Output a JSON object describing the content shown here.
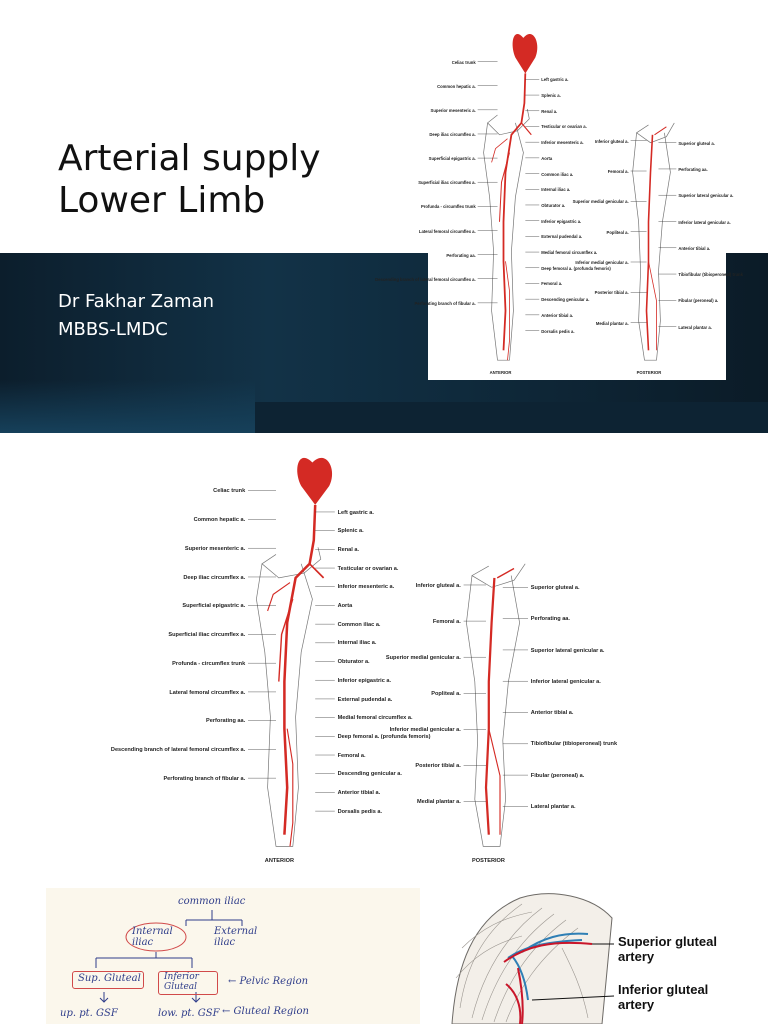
{
  "slide": {
    "title_line1": "Arterial supply",
    "title_line2": "Lower Limb",
    "author_name": "Dr Fakhar Zaman",
    "author_credential": "MBBS-LMDC"
  },
  "diagram": {
    "anterior_left_labels": [
      "Celiac trunk",
      "Common hepatic a.",
      "Superior mesenteric a.",
      "Deep iliac circumflex a.",
      "Superficial epigastric a.",
      "Superficial iliac circumflex a.",
      "Profunda - circumflex trunk",
      "Lateral femoral circumflex a.",
      "Perforating aa.",
      "Descending branch of lateral femoral circumflex a.",
      "Perforating branch of fibular a."
    ],
    "anterior_right_labels": [
      "Left gastric a.",
      "Splenic a.",
      "Renal a.",
      "Testicular or ovarian a.",
      "Inferior mesenteric a.",
      "Aorta",
      "Common iliac a.",
      "Internal iliac a.",
      "Obturator a.",
      "Inferior epigastric a.",
      "External pudendal a.",
      "Medial femoral circumflex a.",
      "Deep femoral a. (profunda femoris)",
      "Femoral a.",
      "Descending genicular a.",
      "Anterior tibial a.",
      "Dorsalis pedis a."
    ],
    "posterior_left_labels": [
      "Inferior gluteal a.",
      "Femoral a.",
      "Superior medial genicular a.",
      "Popliteal a.",
      "Inferior medial genicular a.",
      "Posterior tibial a.",
      "Medial plantar a."
    ],
    "posterior_right_labels": [
      "Superior gluteal a.",
      "Perforating aa.",
      "Superior lateral genicular a.",
      "Inferior lateral genicular a.",
      "Anterior tibial a.",
      "Tibiofibular (tibioperoneal) trunk",
      "Fibular (peroneal) a.",
      "Lateral plantar a."
    ],
    "anterior_caption": "ANTERIOR",
    "posterior_caption": "POSTERIOR"
  },
  "notes": {
    "common_iliac": "common iliac",
    "internal_iliac": "Internal iliac",
    "external_iliac": "External iliac",
    "sup_gluteal": "Sup. Gluteal",
    "inf_gluteal": "Inferior Gluteal",
    "pelvic_region": "← Pelvic Region",
    "gluteal_region": "← Gluteal Region",
    "up_pt_gsf": "up. pt. GSF",
    "low_pt_gsf": "low. pt. GSF"
  },
  "gluteal": {
    "superior_label": "Superior gluteal artery",
    "inferior_label": "Inferior gluteal artery"
  },
  "colors": {
    "artery_red": "#d42a24",
    "band_dark": "#0f2a3c",
    "vessel_blue": "#2f7fb5"
  }
}
